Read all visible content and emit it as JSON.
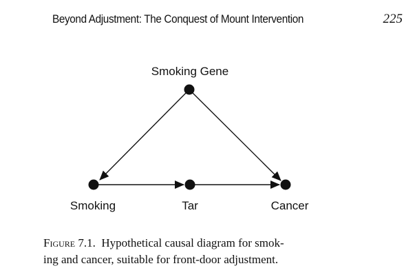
{
  "header": {
    "running_title": "Beyond Adjustment: The Conquest of Mount Intervention",
    "page_number": "225"
  },
  "diagram": {
    "nodes": {
      "smoking_gene": "Smoking Gene",
      "smoking": "Smoking",
      "tar": "Tar",
      "cancer": "Cancer"
    },
    "edges": [
      [
        "Smoking Gene",
        "Smoking"
      ],
      [
        "Smoking Gene",
        "Cancer"
      ],
      [
        "Smoking",
        "Tar"
      ],
      [
        "Tar",
        "Cancer"
      ]
    ]
  },
  "caption": {
    "label": "Figure 7.1.",
    "line1": "Hypothetical causal diagram for smok-",
    "line2": "ing and cancer, suitable for front-door adjustment."
  }
}
